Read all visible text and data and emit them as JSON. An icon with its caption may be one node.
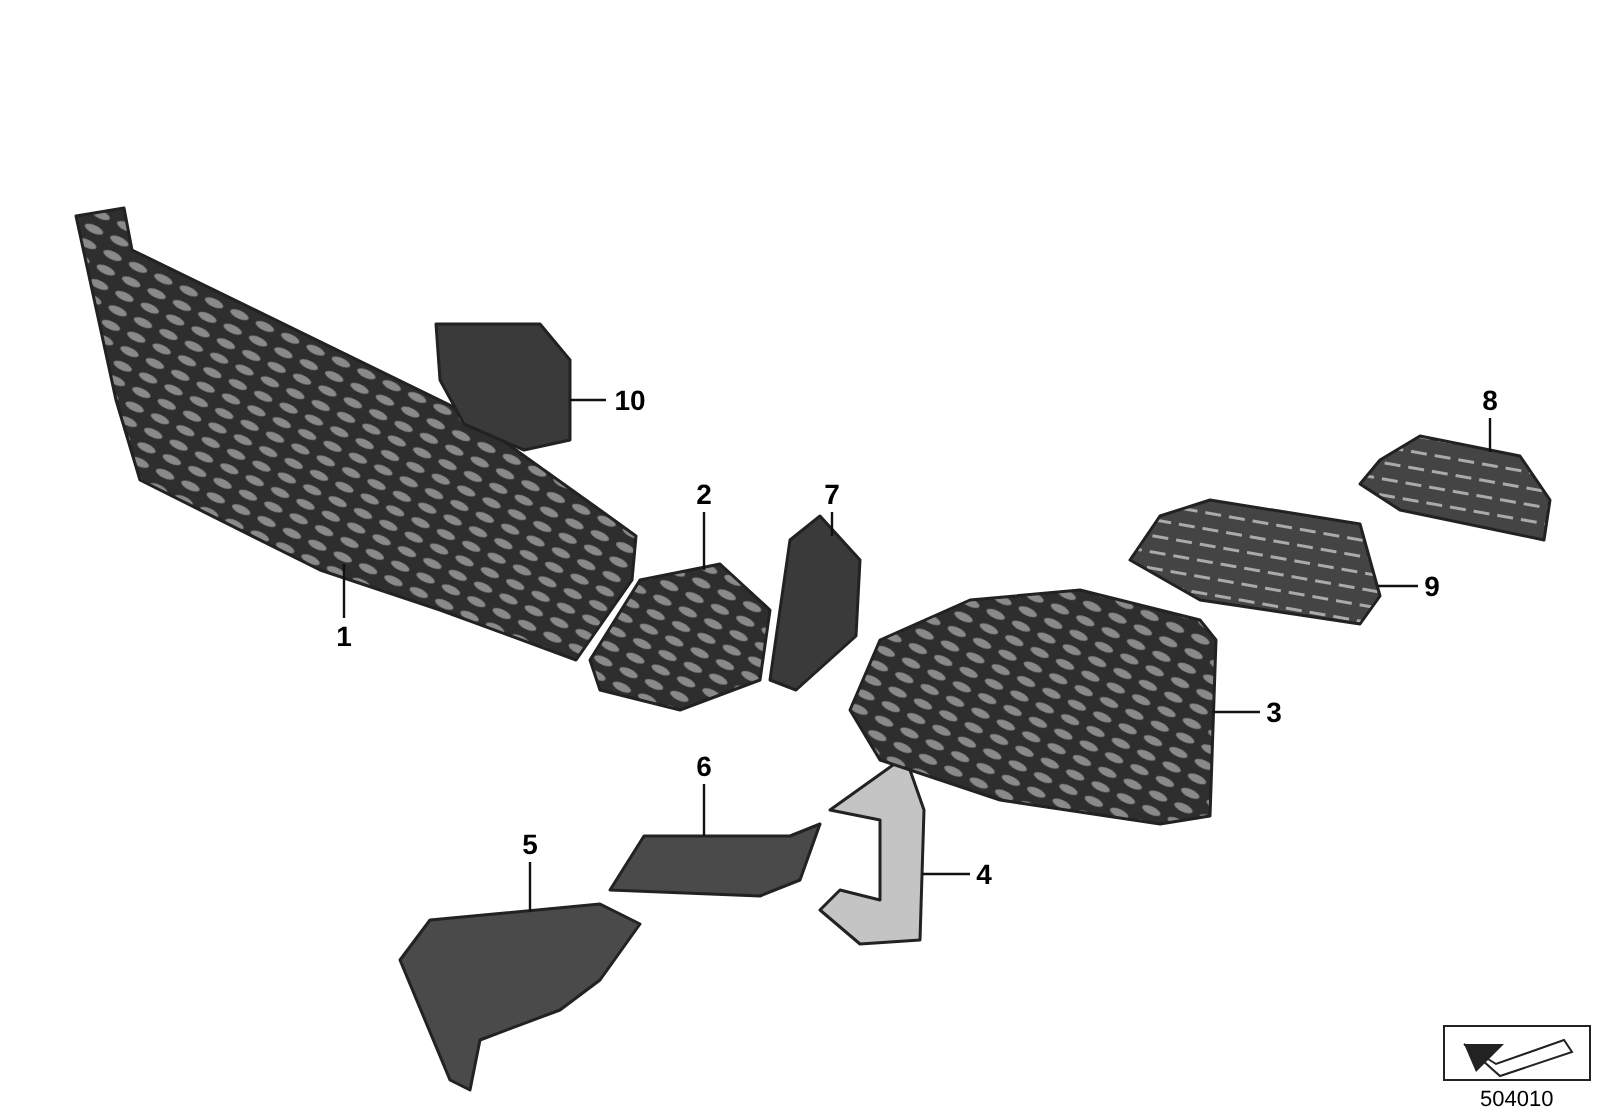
{
  "diagram": {
    "nodes": [
      {
        "text": [
          "1"
        ]
      },
      {
        "text": [
          "2"
        ]
      },
      {
        "text": [
          "3"
        ]
      },
      {
        "text": [
          "4"
        ]
      },
      {
        "text": [
          "5"
        ]
      },
      {
        "text": [
          "6"
        ]
      },
      {
        "text": [
          "7"
        ]
      },
      {
        "text": [
          "8"
        ]
      },
      {
        "text": [
          "9"
        ]
      },
      {
        "text": [
          "10"
        ]
      },
      {
        "text": [],
        "shape": "picture"
      },
      {
        "text": [],
        "shape": "picture"
      },
      {
        "text": [],
        "shape": "picture"
      },
      {
        "text": [],
        "shape": "picture"
      },
      {
        "text": [],
        "shape": "picture"
      },
      {
        "text": [],
        "shape": "picture"
      },
      {
        "text": [],
        "shape": "picture"
      },
      {
        "text": [],
        "shape": "picture"
      },
      {
        "text": [],
        "shape": "picture"
      },
      {
        "text": [],
        "shape": "picture"
      }
    ],
    "edges": [
      {
        "from": 0,
        "to": 10,
        "arrow": "none"
      },
      {
        "from": 1,
        "to": 13,
        "arrow": "none"
      },
      {
        "from": 2,
        "to": 17,
        "arrow": "none"
      },
      {
        "from": 3,
        "to": 16,
        "arrow": "none"
      },
      {
        "from": 4,
        "to": 11,
        "arrow": "none"
      },
      {
        "from": 5,
        "to": 14,
        "arrow": "none"
      },
      {
        "from": 6,
        "to": 15,
        "arrow": "none"
      },
      {
        "from": 7,
        "to": 19,
        "arrow": "none"
      },
      {
        "from": 8,
        "to": 18,
        "arrow": "none"
      },
      {
        "from": 9,
        "to": 12,
        "arrow": "none"
      }
    ],
    "labels": [
      "504010"
    ]
  }
}
